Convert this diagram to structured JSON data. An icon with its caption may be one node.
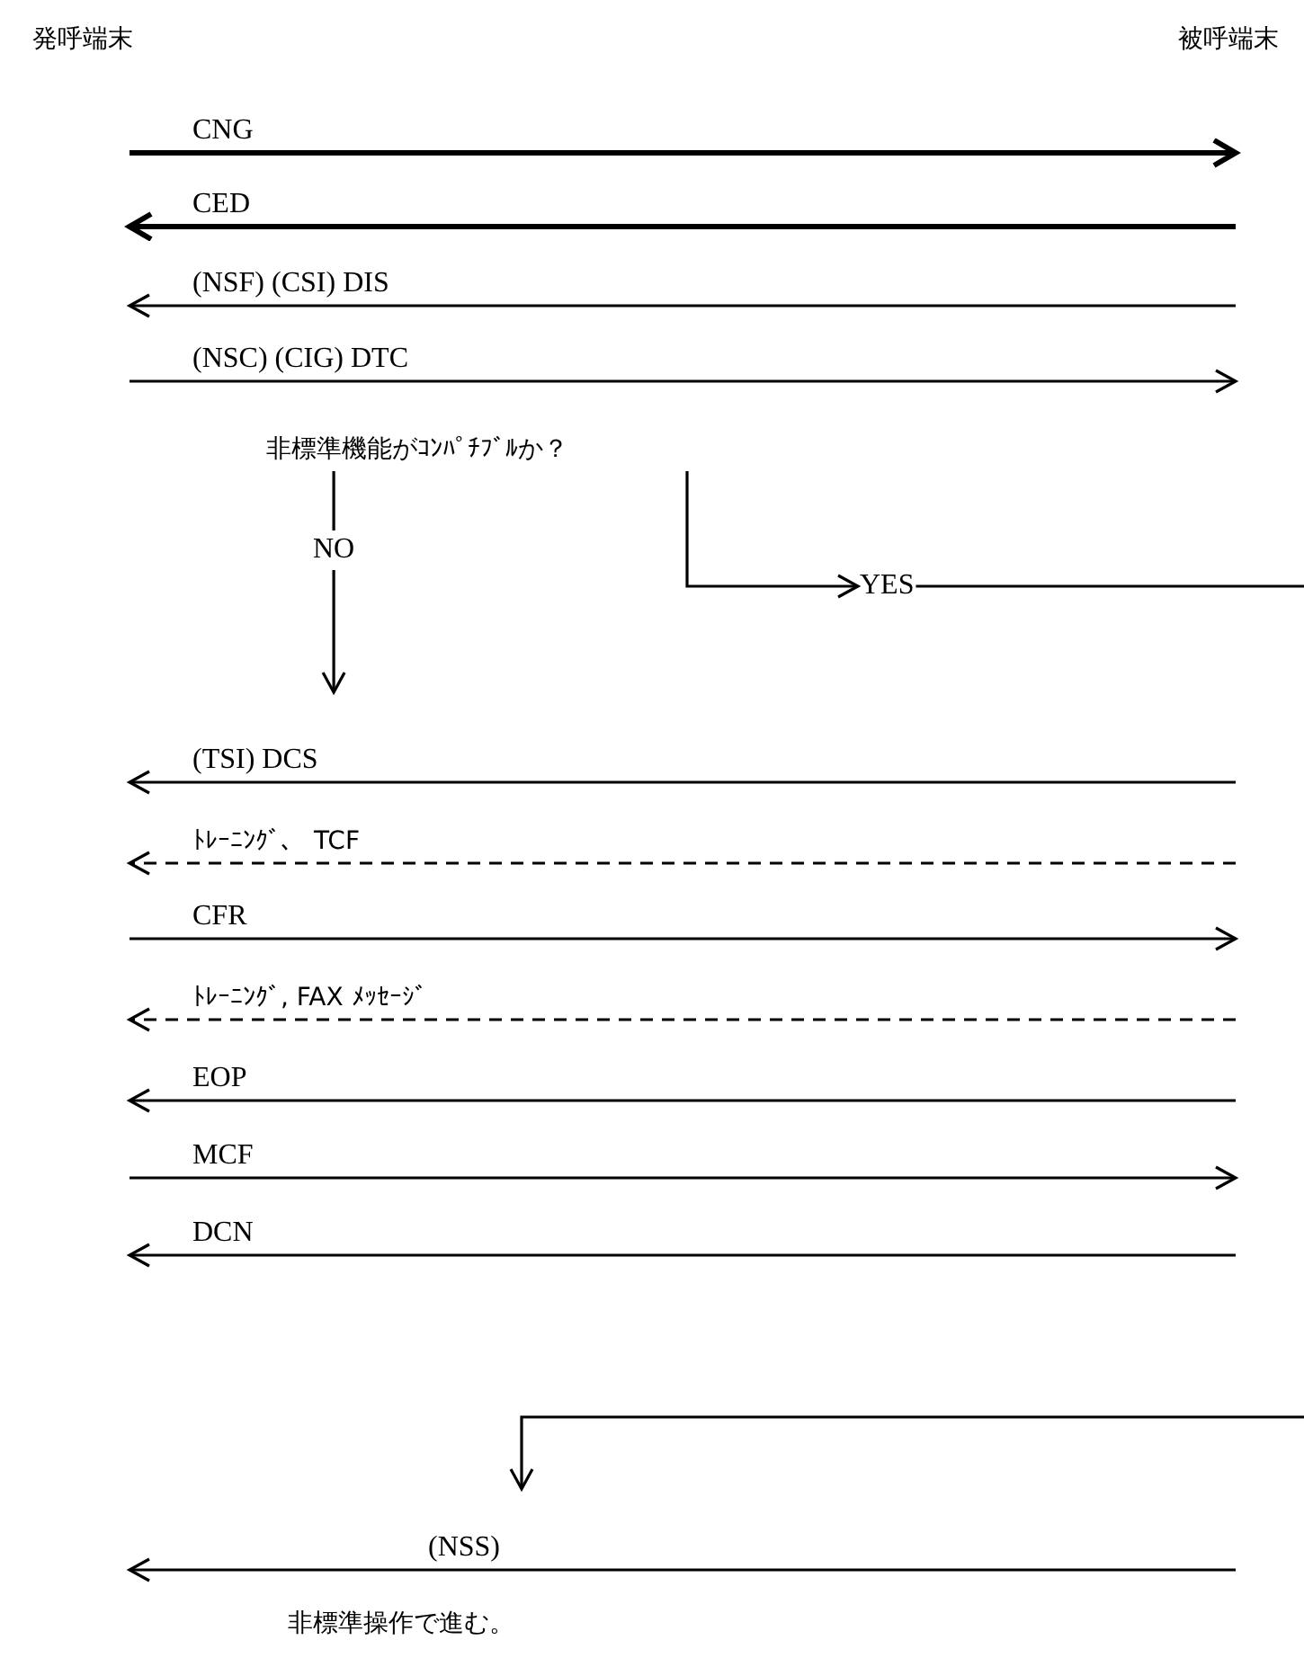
{
  "diagram": {
    "nodes": [
      {
        "text": [
          "非標準機能がｺﾝﾊﾟﾁﾌﾞﾙか？"
        ]
      },
      {
        "text": [
          "NO"
        ]
      },
      {
        "text": [
          "YES"
        ]
      }
    ],
    "edges": [
      {
        "from": 0,
        "to": 1,
        "arrow": "none"
      },
      {
        "from": 0,
        "to": 2,
        "arrow": "to"
      },
      {
        "from": 2,
        "to": null,
        "arrow": "to"
      },
      {
        "from": 1,
        "to": null,
        "arrow": "to"
      }
    ],
    "labels": [
      "発呼端末",
      "被呼端末",
      "CNG",
      "CED",
      "(NSF) (CSI) DIS",
      "(NSC) (CIG) DTC",
      "(TSI) DCS",
      "ﾄﾚｰﾆﾝｸﾞ、 TCF",
      "CFR",
      "ﾄﾚｰﾆﾝｸﾞ, FAX ﾒｯｾｰｼﾞ",
      "EOP",
      "MCF",
      "DCN",
      "(NSS)",
      "非標準操作で進む。"
    ]
  }
}
